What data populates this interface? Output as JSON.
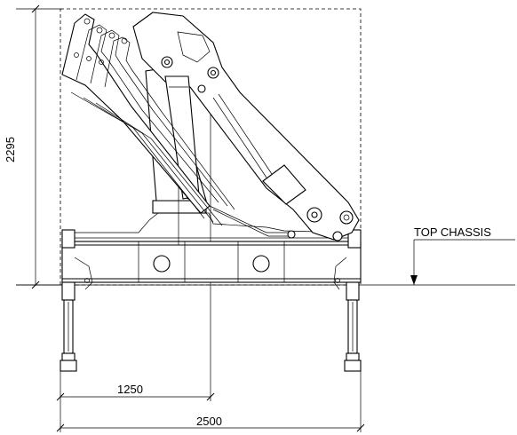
{
  "dimensions": {
    "height_label": "2295",
    "half_width_label": "1250",
    "width_label": "2500"
  },
  "annotations": {
    "reference_label": "TOP CHASSIS"
  }
}
